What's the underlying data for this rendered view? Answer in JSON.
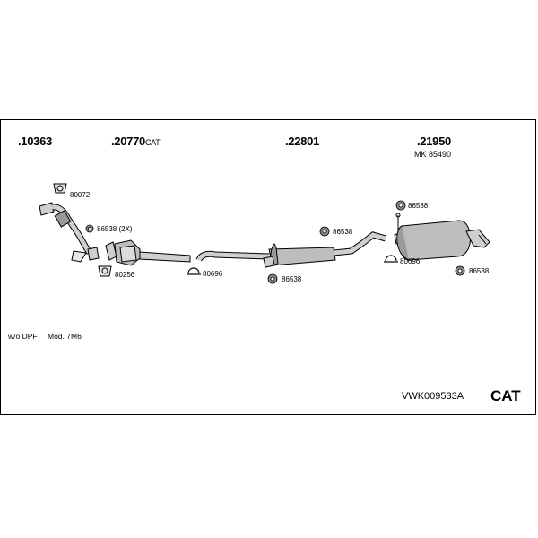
{
  "parts": {
    "front_pipe": ".10363",
    "catalyst_number": ".20770",
    "catalyst_suffix": "CAT",
    "middle_silencer": ".22801",
    "rear_silencer": ".21950",
    "rear_kit": "MK 85490"
  },
  "fittings": {
    "gasket_80072": "80072",
    "mount_86538_2x": "86538 (2X)",
    "gasket_80256": "80256",
    "clamp_80696_mid": "80696",
    "mount_86538_mid_low": "86538",
    "mount_86538_mid_high": "86538",
    "mount_86538_rear_top": "86538",
    "clamp_80696_rear": "80696",
    "mount_86538_rear_bottom": "86538"
  },
  "notes": {
    "dpf": "w/o DPF",
    "model": "Mod. 7M6"
  },
  "footer": {
    "kit_code": "VWK009533A",
    "badge": "CAT"
  },
  "colors": {
    "line": "#000000",
    "part_fill": "#cfcfcf",
    "part_dark": "#8a8a8a",
    "background": "#ffffff"
  }
}
